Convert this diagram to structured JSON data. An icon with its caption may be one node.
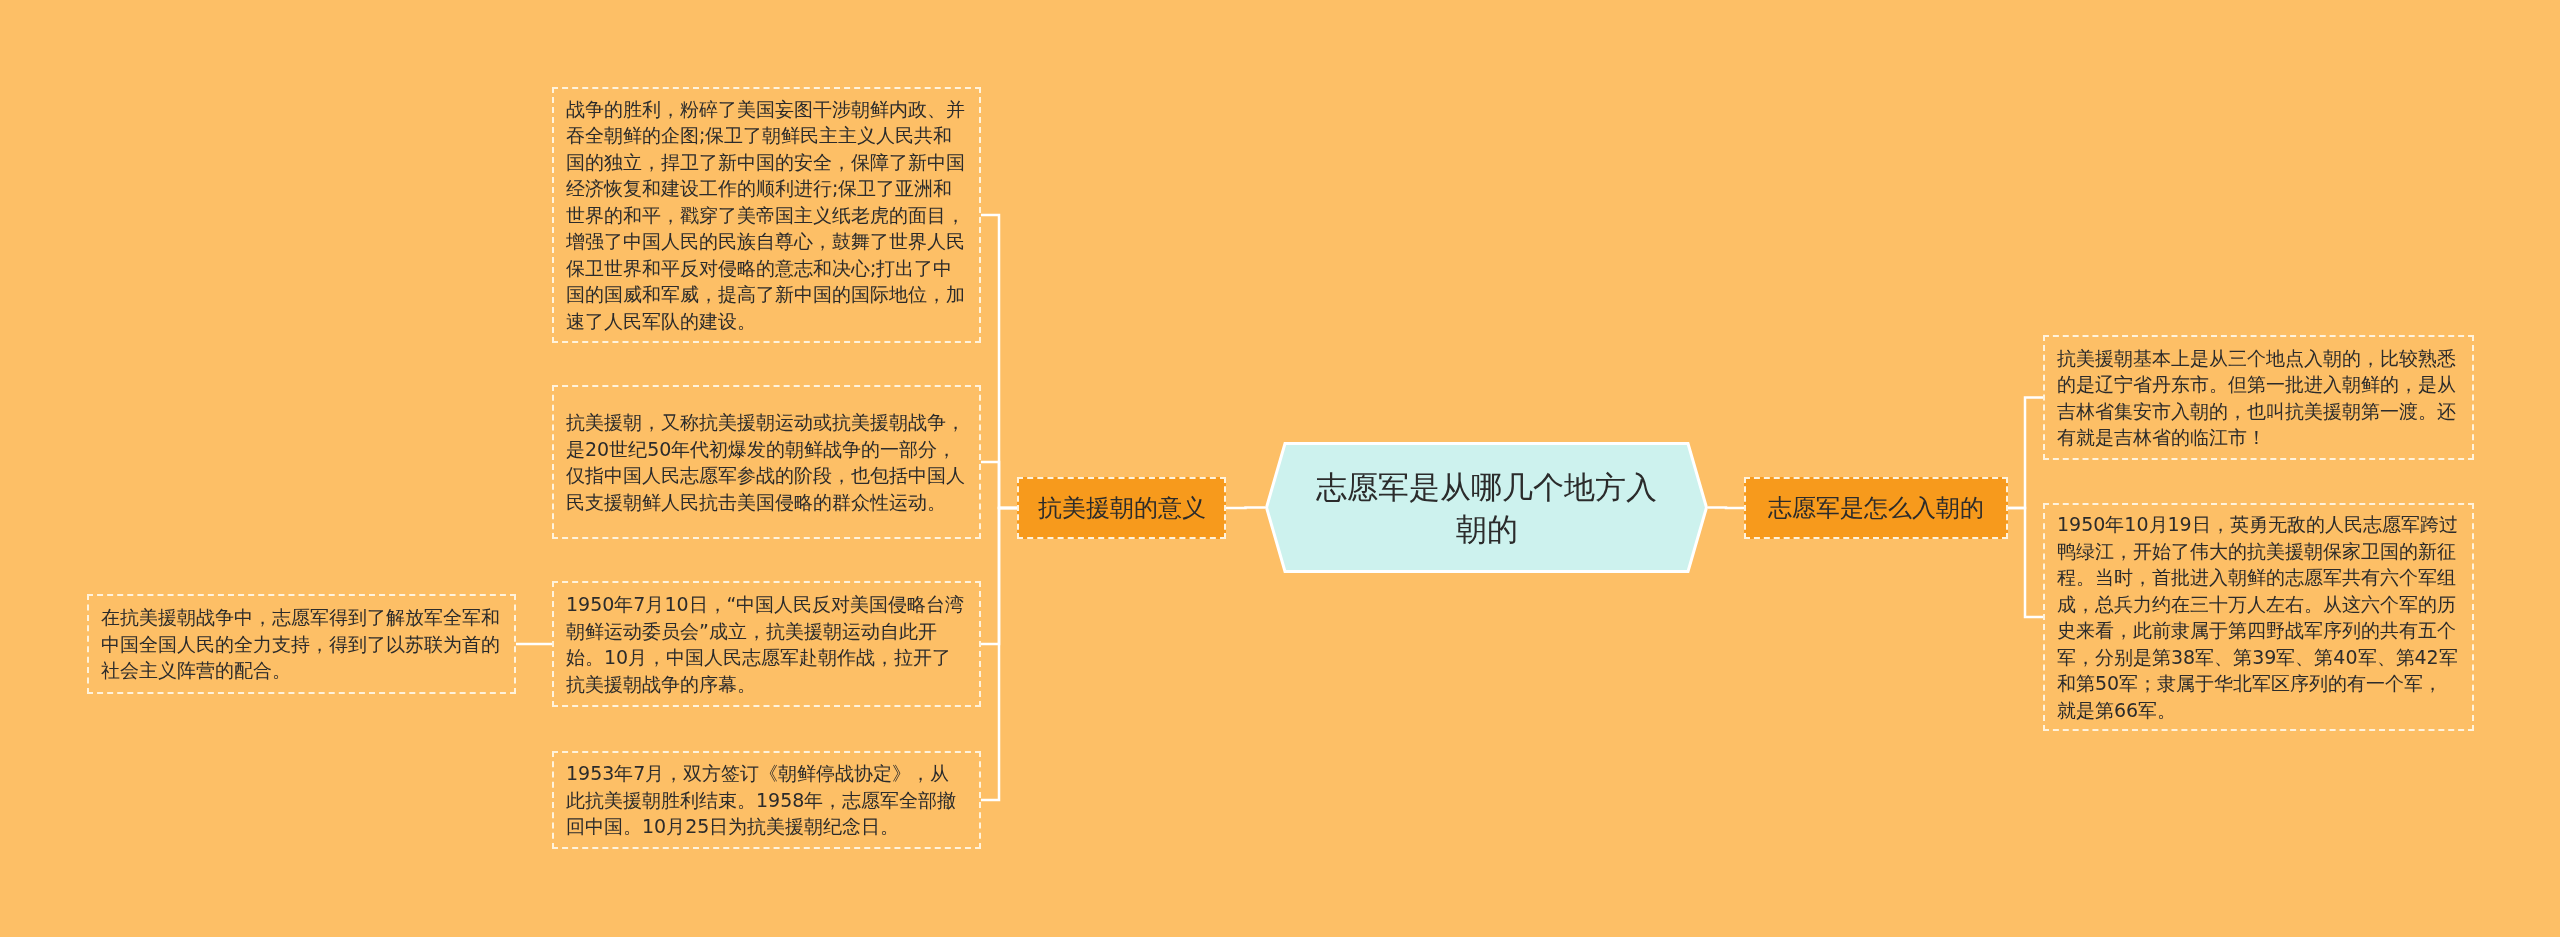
{
  "diagram": {
    "nodes": [
      {
        "text": [
          "志愿军是从哪几个地方入朝的"
        ]
      },
      {
        "text": [
          "抗美援朝的意义"
        ]
      },
      {
        "text": [
          "战争的胜利，粉碎了美国妄图干涉朝鲜内政、并吞全朝鲜的企图;保卫了朝鲜民主主义人民共和国的独立，捍卫了新中国的安全，保障了新中国经济恢复和建设工作的顺利进行;保卫了亚洲和世界的和平，戳穿了美帝国主义纸老虎的面目，增强了中国人民的民族自尊心，鼓舞了世界人民保卫世界和平反对侵略的意志和决心;打出了中国的国威和军威，提高了新中国的国际地位，加速了人民军队的建设。"
        ]
      },
      {
        "text": [
          "抗美援朝，又称抗美援朝运动或抗美援朝战争，是20世纪50年代初爆发的朝鲜战争的一部分，仅指中国人民志愿军参战的阶段，也包括中国人民支援朝鲜人民抗击美国侵略的群众性运动。"
        ]
      },
      {
        "text": [
          "1950年7月10日，“中国人民反对美国侵略台湾朝鲜运动委员会”成立，抗美援朝运动自此开始。10月，中国人民志愿军赴朝作战，拉开了抗美援朝战争的序幕。"
        ]
      },
      {
        "text": [
          "在抗美援朝战争中，志愿军得到了解放军全军和中国全国人民的全力支持，得到了以苏联为首的社会主义阵营的配合。"
        ]
      },
      {
        "text": [
          "1953年7月，双方签订《朝鲜停战协定》，从此抗美援朝胜利结束。1958年，志愿军全部撤回中国。10月25日为抗美援朝纪念日。"
        ]
      },
      {
        "text": [
          "志愿军是怎么入朝的"
        ]
      },
      {
        "text": [
          "抗美援朝基本上是从三个地点入朝的，比较熟悉的是辽宁省丹东市。但第一批进入朝鲜的，是从吉林省集安市入朝的，也叫抗美援朝第一渡。还有就是吉林省的临江市！"
        ]
      },
      {
        "text": [
          "1950年10月19日，英勇无敌的人民志愿军跨过鸭绿江，开始了伟大的抗美援朝保家卫国的新征程。当时，首批进入朝鲜的志愿军共有六个军组成，总兵力约在三十万人左右。从这六个军的历史来看，此前隶属于第四野战军序列的共有五个军，分别是第38军、第39军、第40军、第42军和第50军；隶属于华北军区序列的有一个军，就是第66军。"
        ]
      }
    ],
    "edges": [
      {
        "from": 0,
        "to": 1,
        "arrow": "none"
      },
      {
        "from": 1,
        "to": 2,
        "arrow": "none"
      },
      {
        "from": 1,
        "to": 3,
        "arrow": "none"
      },
      {
        "from": 1,
        "to": 4,
        "arrow": "none"
      },
      {
        "from": 4,
        "to": 5,
        "arrow": "none"
      },
      {
        "from": 1,
        "to": 6,
        "arrow": "none"
      },
      {
        "from": 0,
        "to": 7,
        "arrow": "none"
      },
      {
        "from": 7,
        "to": 8,
        "arrow": "none"
      },
      {
        "from": 7,
        "to": 9,
        "arrow": "none"
      }
    ]
  }
}
